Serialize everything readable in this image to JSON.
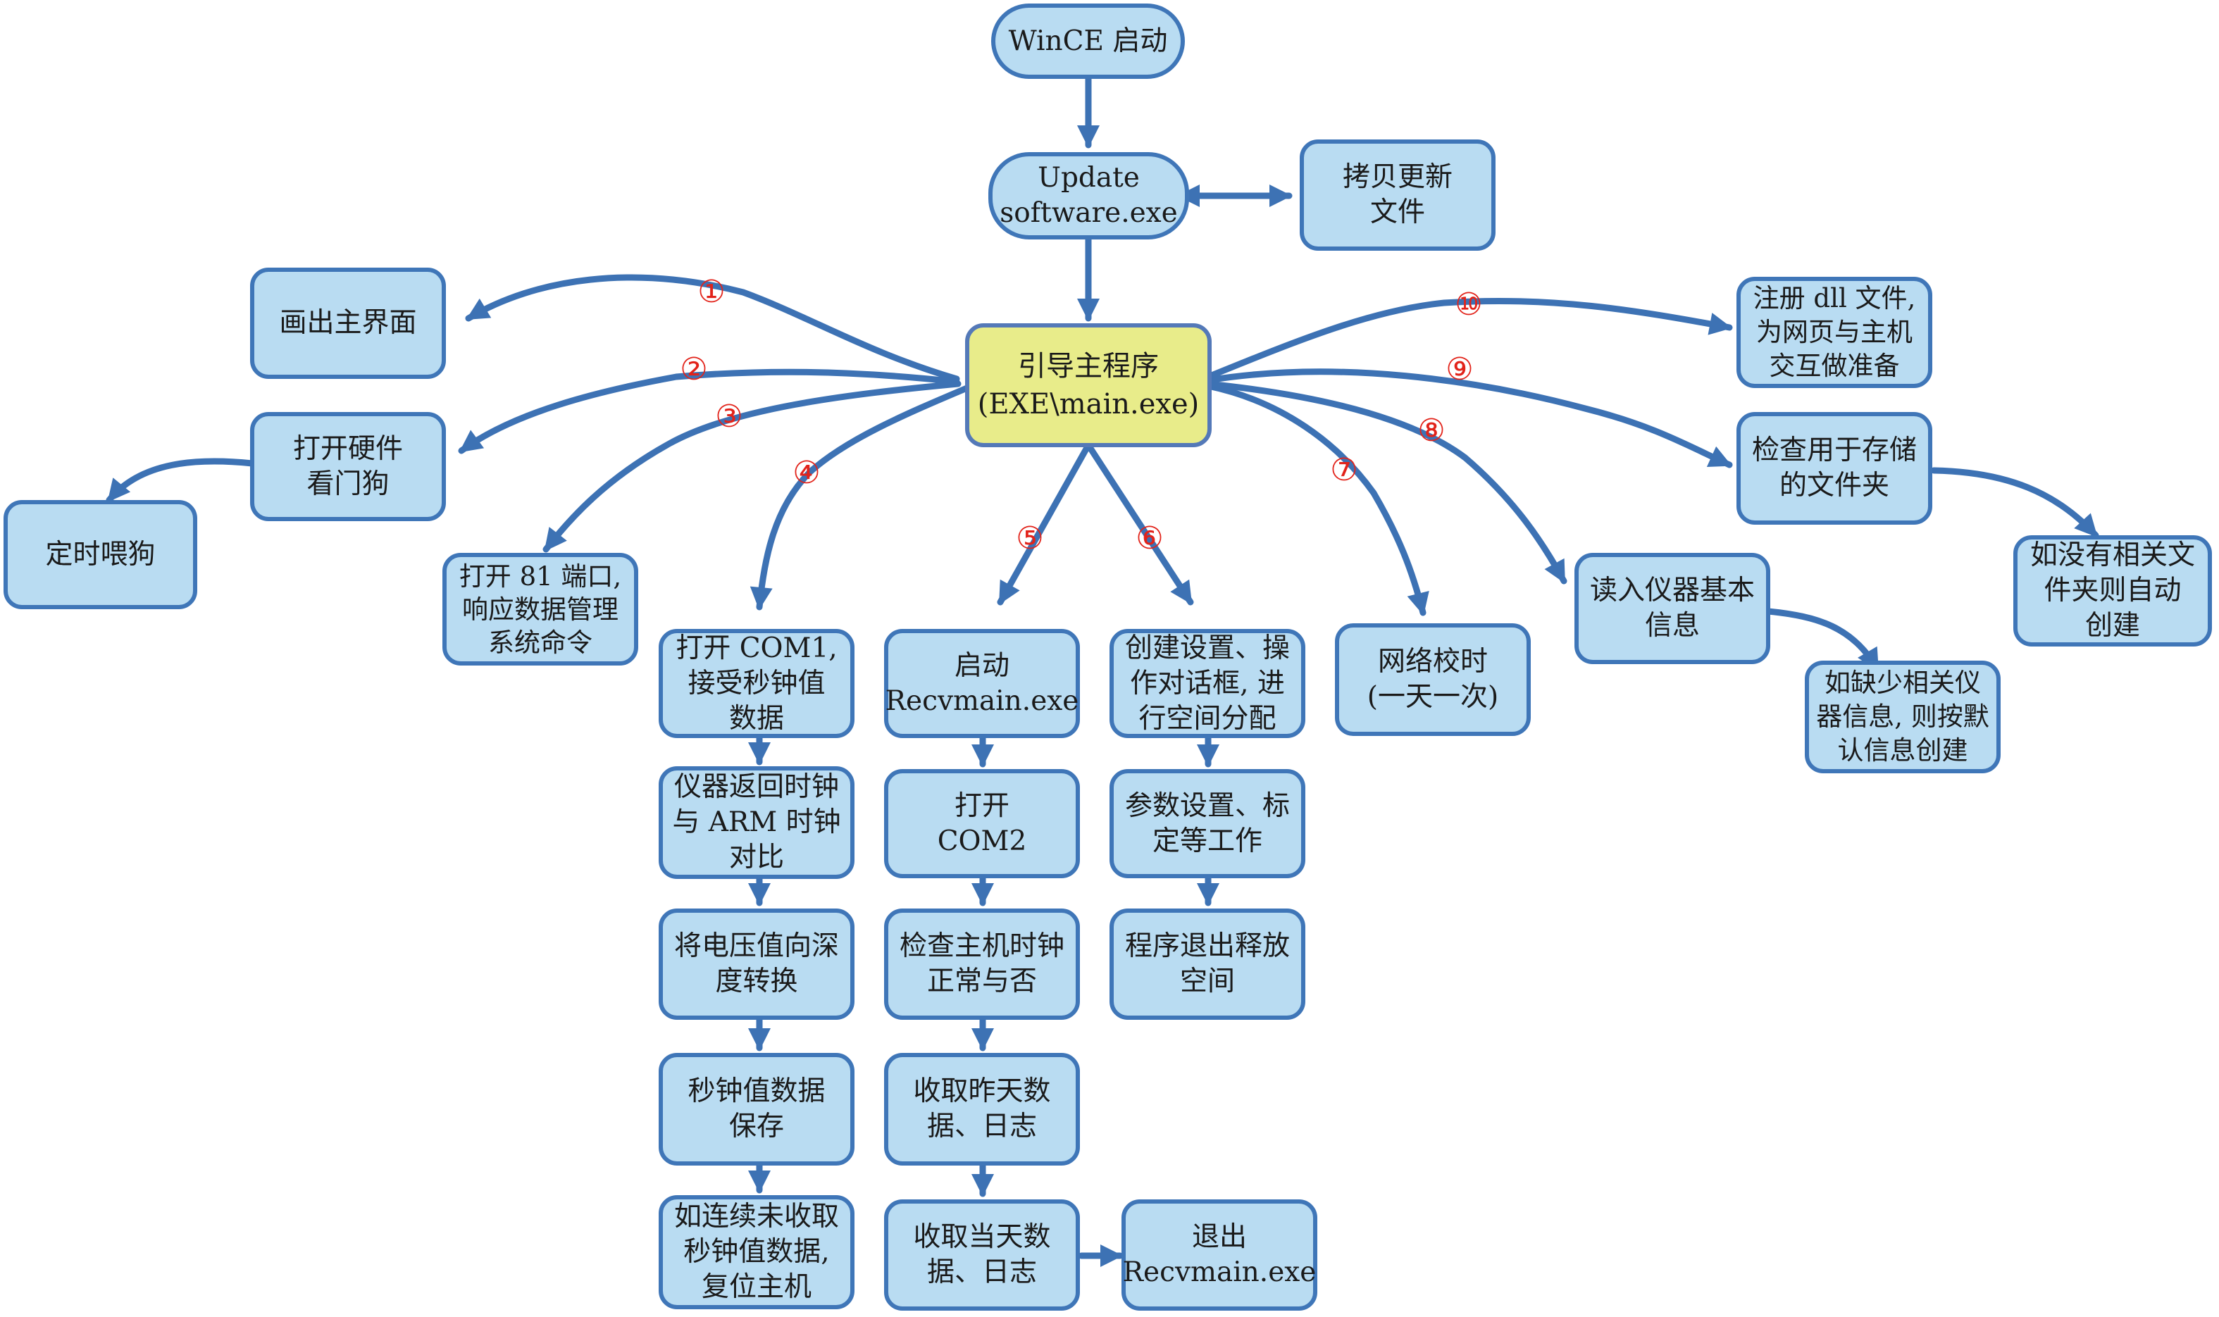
{
  "diagram": {
    "nodes": {
      "wince_start": "WinCE 启动",
      "update_software": "Update\nsoftware.exe",
      "copy_update": "拷贝更新\n文件",
      "main_program": "引导主程序\n(EXE\\main.exe)",
      "draw_main": "画出主界面",
      "watchdog_open": "打开硬件\n看门狗",
      "watchdog_feed": "定时喂狗",
      "port81": "打开 81 端口,\n响应数据管理\n系统命令",
      "com1": "打开 COM1,\n接受秒钟值\n数据",
      "clock_compare": "仪器返回时钟\n与 ARM 时钟\n对比",
      "voltage_depth": "将电压值向深\n度转换",
      "seconds_save": "秒钟值数据\n保存",
      "reset_host": "如连续未收取\n秒钟值数据,\n复位主机",
      "start_recv": "启动\nRecvmain.exe",
      "com2": "打开\nCOM2",
      "check_clock": "检查主机时钟\n正常与否",
      "recv_yesterday": "收取昨天数\n据、日志",
      "recv_today": "收取当天数\n据、日志",
      "exit_recv": "退出\nRecvmain.exe",
      "create_dialog": "创建设置、操\n作对话框, 进\n行空间分配",
      "param_setup": "参数设置、标\n定等工作",
      "exit_release": "程序退出释放\n空间",
      "network_time": "网络校时\n(一天一次)",
      "read_info": "读入仪器基本\n信息",
      "default_info": "如缺少相关仪\n器信息, 则按默\n认信息创建",
      "check_folder": "检查用于存储\n的文件夹",
      "auto_create": "如没有相关文\n件夹则自动\n创建",
      "register_dll": "注册 dll 文件,\n为网页与主机\n交互做准备"
    },
    "step_numbers": [
      "①",
      "②",
      "③",
      "④",
      "⑤",
      "⑥",
      "⑦",
      "⑧",
      "⑨",
      "⑩"
    ],
    "colors": {
      "node_fill": "#b9dcf2",
      "node_border": "#3f76b8",
      "main_fill": "#e8ec8a",
      "arrow": "#3d72b4",
      "step_number": "#e2231a"
    }
  }
}
